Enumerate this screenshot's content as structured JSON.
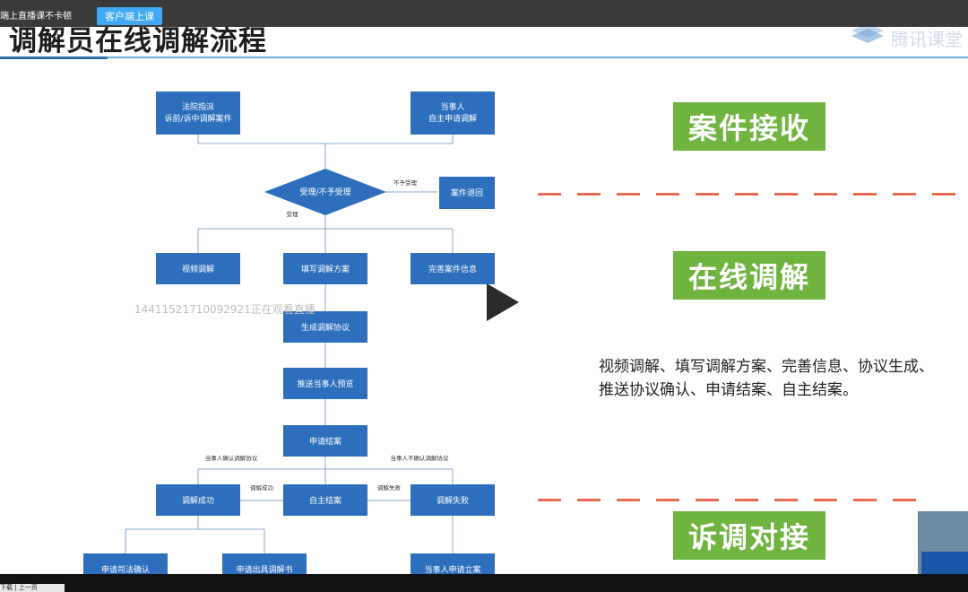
{
  "topbar": {
    "notice": "端上直播课不卡顿",
    "client_button": "客户端上课"
  },
  "slide": {
    "title": "调解员在线调解流程",
    "logo_text": "腾讯课堂",
    "watermark": "14411521710092921正在观看直播",
    "flow": {
      "court": [
        "法院指派",
        "诉前/诉中调解案件"
      ],
      "party": [
        "当事人",
        "自主申请调解"
      ],
      "decision": "受理/不予受理",
      "reject_label": "不予受理",
      "accept_label": "受理",
      "return_case": "案件退回",
      "video": "视频调解",
      "fill_plan": "填写调解方案",
      "complete_info": "完善案件信息",
      "generate": "生成调解协议",
      "push": "推送当事人预览",
      "apply_close": "申请结案",
      "confirm_label": "当事人确认调解协议",
      "not_confirm_label": "当事人不确认调解协议",
      "success": "调解成功",
      "self_close": "自主结案",
      "fail": "调解失败",
      "label_success": "调解成功",
      "label_fail": "调解失败",
      "judicial": "申请司法确认",
      "issue_book": "申请出具调解书",
      "party_file": "当事人申请立案"
    },
    "stages": {
      "receive": "案件接收",
      "online": "在线调解",
      "connect": "诉调对接"
    },
    "description": "视频调解、填写调解方案、完善信息、协议生成、推送协议确认、申请结案、自主结案。"
  },
  "colors": {
    "flow_box": "#2d6fbd",
    "stage_green": "#6fb43f",
    "dash_red": "#e86a50",
    "client_button": "#3fa9f5"
  },
  "bottombar": {
    "control": "下载 | 上一页"
  }
}
